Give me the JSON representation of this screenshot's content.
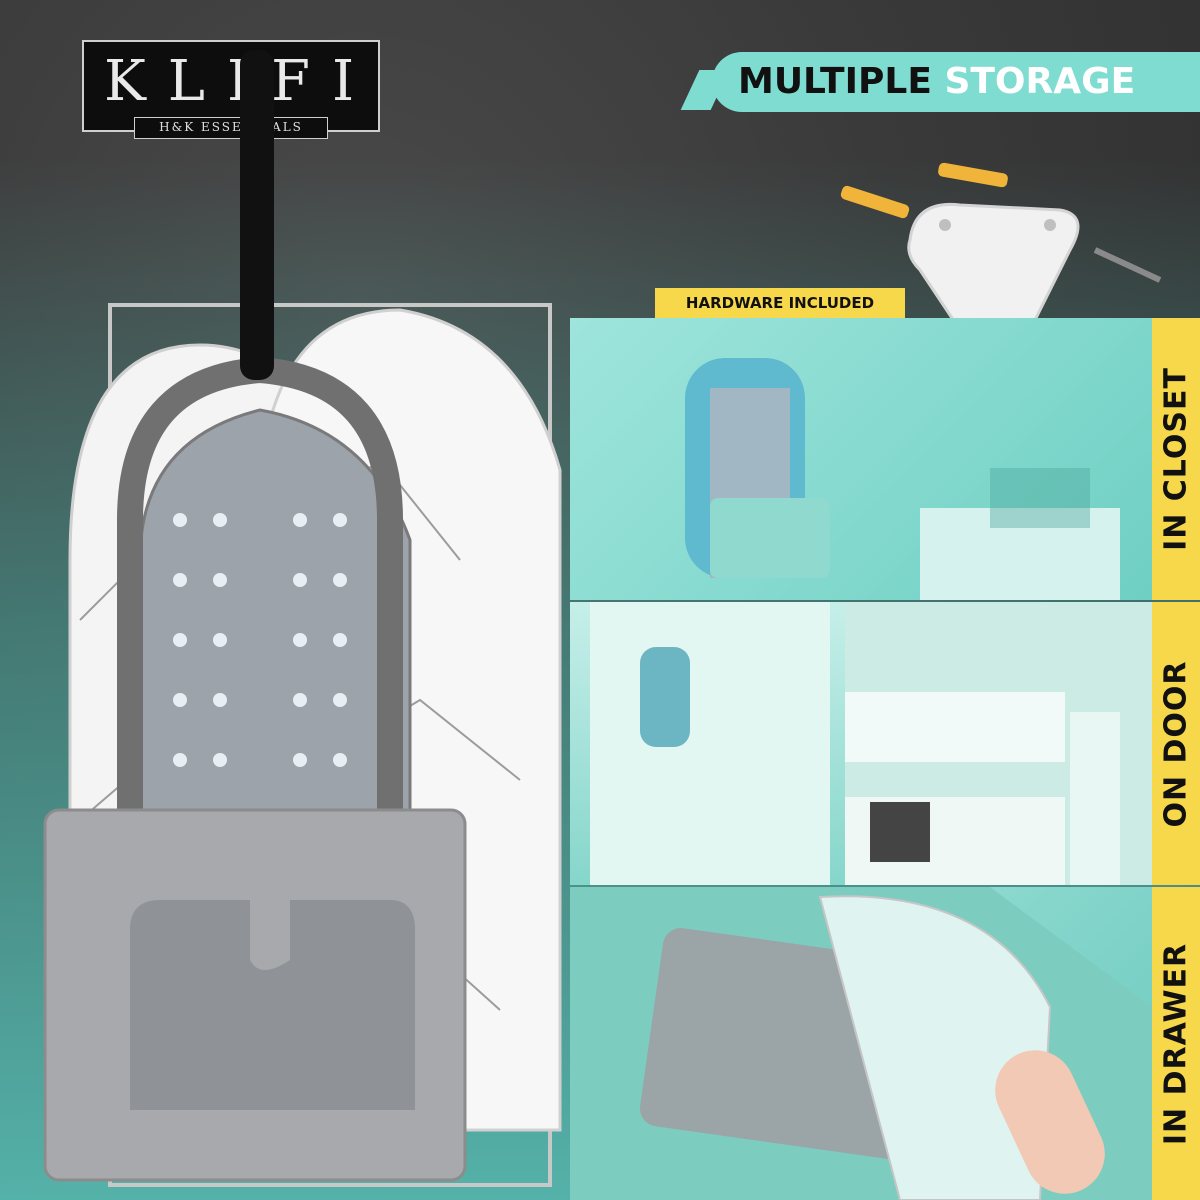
{
  "brand": {
    "name": "KLIFI",
    "tagline": "H&K ESSENTIALS"
  },
  "title": {
    "part1": "MULTIPLE ",
    "part2": "STORAGE"
  },
  "badge": {
    "hardware": "HARDWARE INCLUDED"
  },
  "storage_options": [
    {
      "label": "IN CLOSET"
    },
    {
      "label": "ON DOOR"
    },
    {
      "label": "IN DRAWER"
    }
  ],
  "colors": {
    "accent_teal": "#7fdcd0",
    "accent_yellow": "#f7d84a",
    "background_dark": "#3a3a3a"
  },
  "icons": [
    "wall-hook-icon",
    "wall-anchor-icon",
    "screw-icon"
  ]
}
